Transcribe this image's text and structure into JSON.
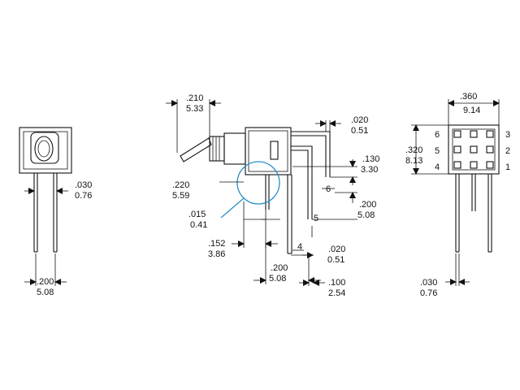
{
  "figure": {
    "left_view": {
      "pin_dim": [
        ".030",
        "0.76"
      ],
      "spacing_dim": [
        ".200",
        "5.08"
      ]
    },
    "side_view": {
      "handle_dim": [
        ".210",
        "5.33"
      ],
      "top_dim": [
        ".020",
        "0.51"
      ],
      "offset_dim": [
        ".130",
        "3.30"
      ],
      "handle_len_dim": [
        ".220",
        "5.59"
      ],
      "small_dim": [
        ".015",
        "0.41"
      ],
      "pin_gap_dim": [
        ".200",
        "5.08"
      ],
      "pin_spacing_dim": [
        ".152",
        "3.86"
      ],
      "base_dim": [
        ".200",
        "5.08"
      ],
      "pitch_dim": [
        ".100",
        "2.54"
      ],
      "thick_dim": [
        ".020",
        "0.51"
      ],
      "pin_labels": [
        "6",
        "5",
        "4"
      ]
    },
    "right_view": {
      "width_dim": [
        ".360",
        "9.14"
      ],
      "height_dim": [
        ".320",
        "8.13"
      ],
      "pin_dim": [
        ".030",
        "0.76"
      ],
      "left_pins": [
        "6",
        "5",
        "4"
      ],
      "right_pins": [
        "3",
        "2",
        "1"
      ]
    }
  }
}
